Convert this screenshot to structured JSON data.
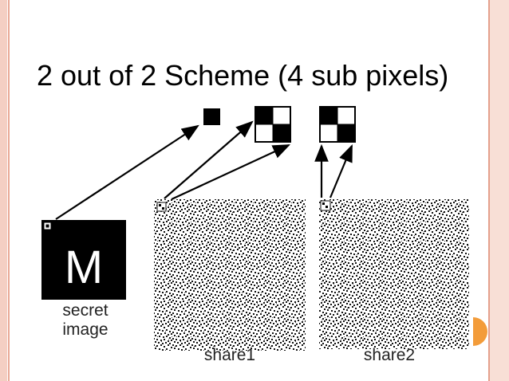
{
  "title": "2 out of 2 Scheme (4 sub pixels)",
  "secret": {
    "letter": "M",
    "caption_line1": "secret",
    "caption_line2": "image"
  },
  "shares": [
    {
      "label": "share1"
    },
    {
      "label": "share2"
    }
  ],
  "subpixel_patterns": {
    "secret_pixel": "black",
    "share1_pattern": [
      1,
      0,
      0,
      1
    ],
    "share2_pattern": [
      1,
      0,
      0,
      1
    ]
  },
  "colors": {
    "frame": "#f4cfc3",
    "accent": "#f39c3a",
    "ink": "#000000"
  }
}
